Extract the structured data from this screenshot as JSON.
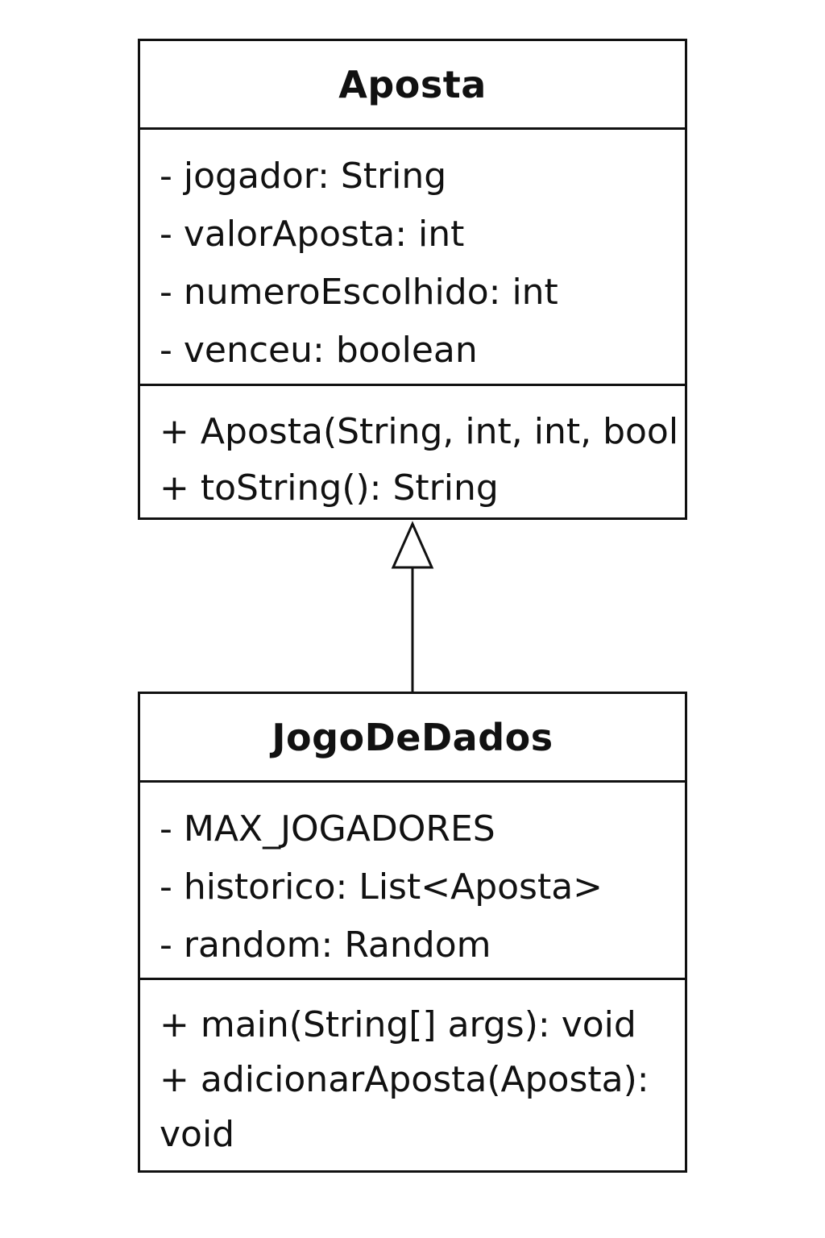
{
  "classes": {
    "aposta": {
      "name": "Aposta",
      "attributes": [
        "- jogador: String",
        "- valorAposta: int",
        "- numeroEscolhido: int",
        "- venceu: boolean"
      ],
      "operations": [
        "+ Aposta(String, int, int, bool",
        "+ toString(): String"
      ]
    },
    "jogo": {
      "name": "JogoDeDados",
      "attributes": [
        "- MAX_JOGADORES",
        "- historico: List<Aposta>",
        "- random: Random"
      ],
      "operations": [
        "+ main(String[] args): void",
        "+ adicionarAposta(Aposta):",
        "void"
      ]
    }
  },
  "relationship": {
    "type": "generalization",
    "from": "JogoDeDados",
    "to": "Aposta"
  },
  "colors": {
    "stroke": "#111111",
    "background": "#ffffff"
  }
}
